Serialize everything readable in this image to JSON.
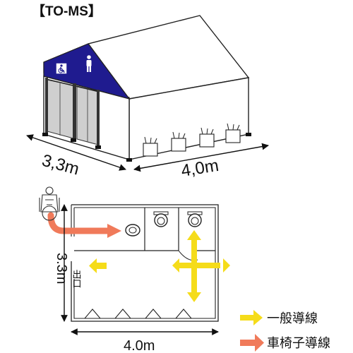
{
  "model_title": "【TO-MS】",
  "perspective": {
    "width_label": "3,3m",
    "length_label": "4,0m",
    "sign_icons": [
      "wheelchair-icon",
      "person-icon"
    ]
  },
  "plan": {
    "height_label": "3.3m",
    "width_label": "4.0m",
    "entrance_label": "出口"
  },
  "legend": {
    "items": [
      {
        "label": "一般導線",
        "color": "#f5dc1a"
      },
      {
        "label": "車椅子導線",
        "color": "#f07a5a"
      }
    ]
  },
  "colors": {
    "awning_blue": "#1f1b8f",
    "line": "#222222",
    "panel_grey": "#cfcfcf"
  }
}
